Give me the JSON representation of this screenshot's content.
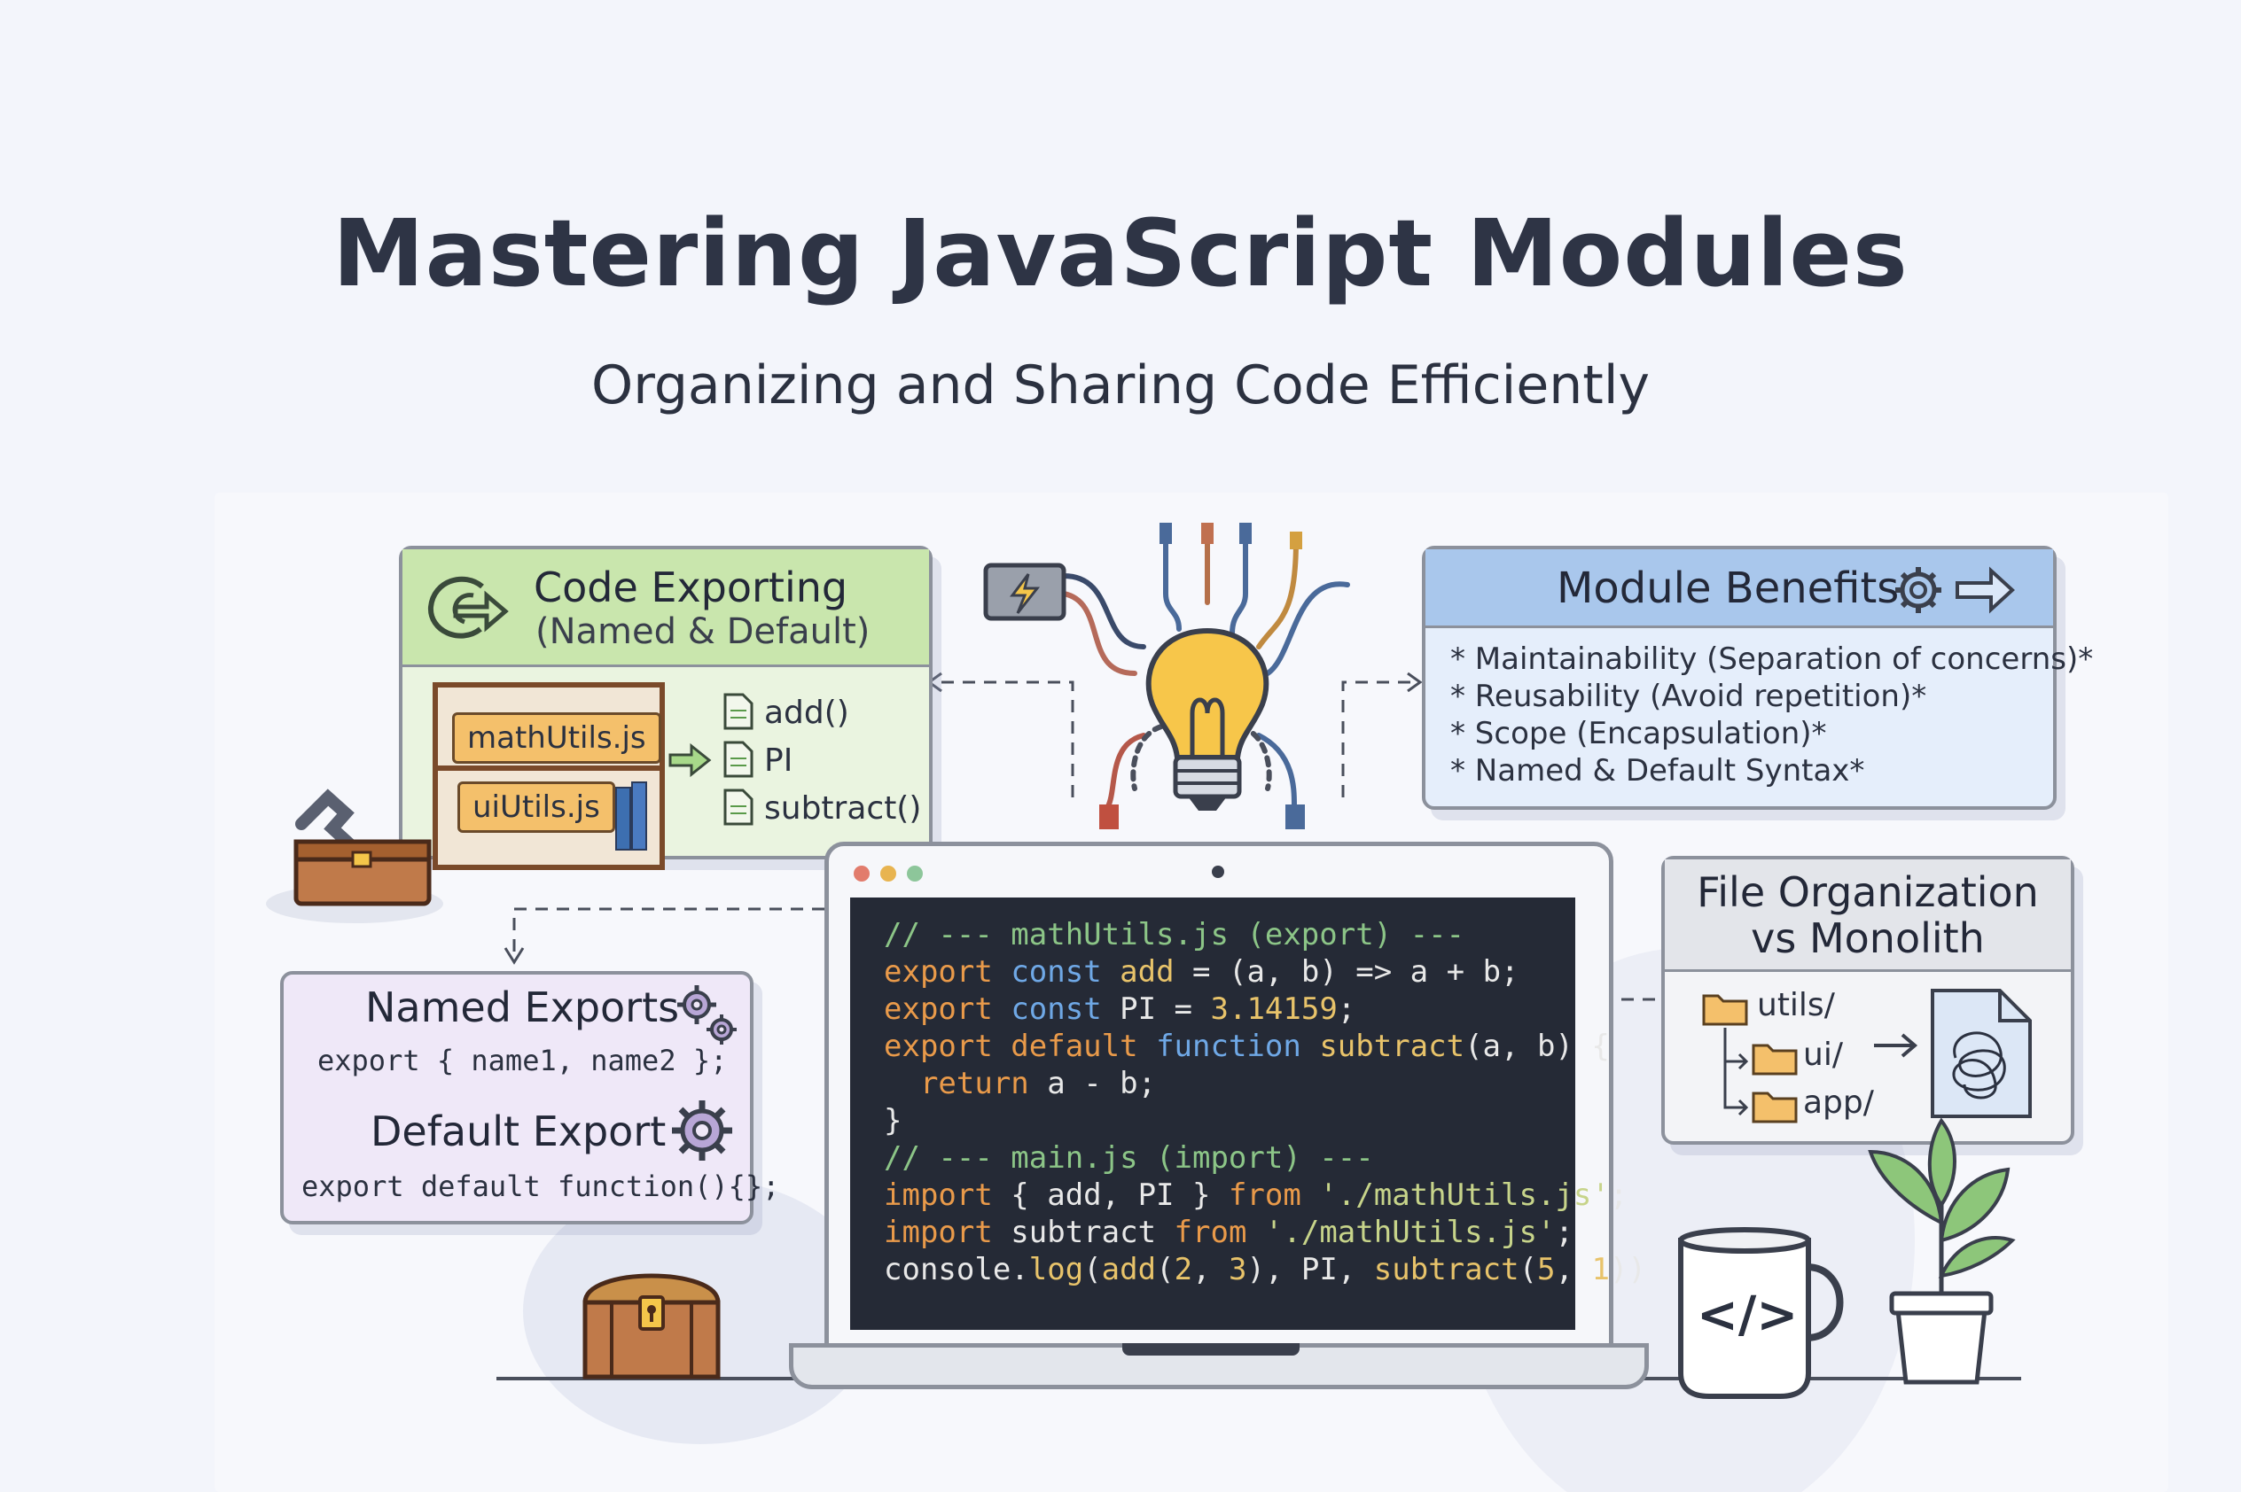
{
  "title": "Mastering JavaScript Modules",
  "subtitle": "Organizing and Sharing Code Efficiently",
  "colors": {
    "green_card": "#e3f2d5",
    "blue_card": "#e4edfa",
    "purple_card": "#efe8f8",
    "gray_card": "#f2f3f6",
    "screen": "#252a36"
  },
  "code_exporting": {
    "title": "Code Exporting",
    "subtitle": "(Named & Default)",
    "files": [
      "mathUtils.js",
      "uiUtils.js"
    ],
    "exports": [
      "add()",
      "PI",
      "subtract()"
    ]
  },
  "module_benefits": {
    "title": "Module Benefits",
    "items": [
      "* Maintainability (Separation of concerns)*",
      "* Reusability (Avoid repetition)*",
      "* Scope (Encapsulation)*",
      "* Named & Default Syntax*"
    ]
  },
  "named_default": {
    "named_title": "Named Exports",
    "named_code": "export { name1, name2 };",
    "default_title": "Default Export",
    "default_code": "export default function(){};"
  },
  "file_org": {
    "title_line1": "File Organization",
    "title_line2": "vs Monolith",
    "folders": [
      "utils/",
      "ui/",
      "app/"
    ]
  },
  "code": {
    "l1": "// --- mathUtils.js (export) ---",
    "l2_kw": "export",
    "l2_kb": "const",
    "l2_fn": "add",
    "l2_rest": " = (a, b) => a + b;",
    "l3_kw": "export",
    "l3_kb": "const",
    "l3_pl": " PI = ",
    "l3_num": "3.14159",
    "l3_end": ";",
    "l4_kw": "export default",
    "l4_kb": "function",
    "l4_fn": "subtract",
    "l4_rest": "(a, b) {",
    "l5_kw": "return",
    "l5_rest": " a - b;",
    "l6": "}",
    "l7": "// --- main.js (import) ---",
    "l8_kw": "import",
    "l8_pl": " { add, PI } ",
    "l8_from": "from",
    "l8_str": "'./mathUtils.js'",
    "l8_end": ";",
    "l9_kw": "import",
    "l9_pl": " subtract ",
    "l9_from": "from",
    "l9_str": "'./mathUtils.js'",
    "l9_end": ";",
    "l10_a": "console.",
    "l10_log": "log",
    "l10_b": "(",
    "l10_add": "add",
    "l10_c": "(",
    "l10_n1": "2",
    "l10_d": ", ",
    "l10_n2": "3",
    "l10_e": "), PI, ",
    "l10_sub": "subtract",
    "l10_f": "(",
    "l10_n3": "5",
    "l10_g": ", ",
    "l10_n4": "1",
    "l10_h": "))"
  },
  "mug_label": "</>"
}
